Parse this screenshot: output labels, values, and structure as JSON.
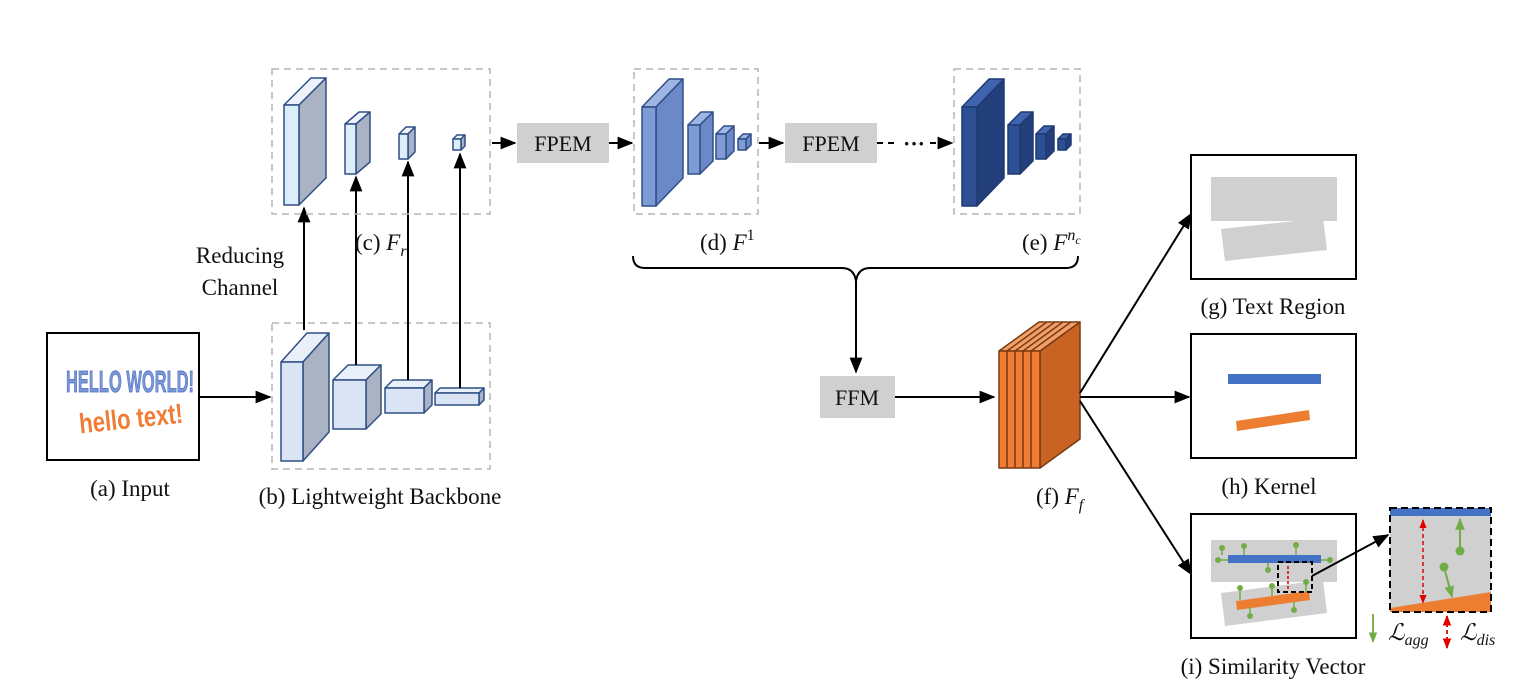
{
  "input": {
    "caption": "(a) Input",
    "line1": "HELLO WORLD!",
    "line2": "hello text!"
  },
  "backbone": {
    "caption": "(b) Lightweight Backbone"
  },
  "reducing": {
    "line1": "Reducing",
    "line2": "Channel"
  },
  "fr": {
    "caption_prefix": "(c) ",
    "symbol": "F",
    "sub": "r"
  },
  "fpem1": {
    "label": "FPEM"
  },
  "fpem2": {
    "label": "FPEM"
  },
  "dots": {
    "label": "···"
  },
  "f1": {
    "caption_prefix": "(d) ",
    "symbol": "F",
    "sup": "1"
  },
  "fnc": {
    "caption_prefix": "(e) ",
    "symbol": "F",
    "sup": "n",
    "sup_sub": "c"
  },
  "ffm": {
    "label": "FFM"
  },
  "ff": {
    "caption_prefix": "(f) ",
    "symbol": "F",
    "sub": "f"
  },
  "text_region": {
    "caption": "(g) Text Region"
  },
  "kernel": {
    "caption": "(h) Kernel"
  },
  "similarity": {
    "caption": "(i) Similarity Vector"
  },
  "loss": {
    "agg_symbol": "ℒ",
    "agg_sub": "agg",
    "dis_symbol": "ℒ",
    "dis_sub": "dis"
  },
  "colors": {
    "backbone_fill": "#dbe4f4",
    "backbone_edge": "#2f4f86",
    "f1_fill": "#7f9bd6",
    "fnc_fill": "#2d4f94",
    "ff_fill": "#ef7d36",
    "gray_box": "#d0d0d0",
    "kernel_blue": "#4472c4",
    "kernel_orange": "#ed7d31",
    "vector_green": "#70ad47",
    "dis_red": "#e00000"
  }
}
